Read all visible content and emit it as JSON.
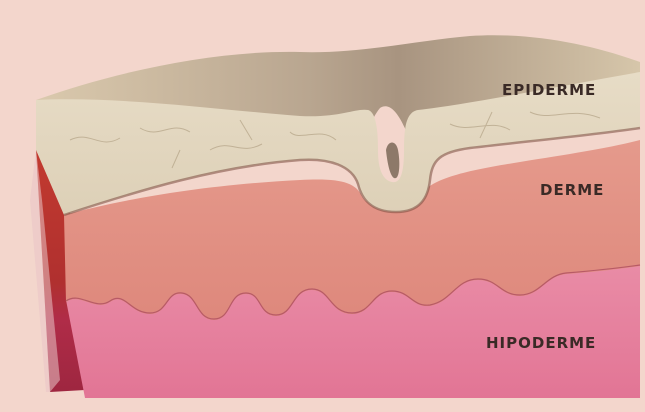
{
  "diagram": {
    "labels": {
      "epiderme": "EPIDERME",
      "derme": "DERME",
      "hipoderme": "HIPODERME"
    },
    "colors": {
      "background": "#f3d6cc",
      "epiderme": "#d8c8ad",
      "derme": "#e28e83",
      "hipoderme": "#e77f9a",
      "side_dark": "#a22a3c"
    }
  }
}
